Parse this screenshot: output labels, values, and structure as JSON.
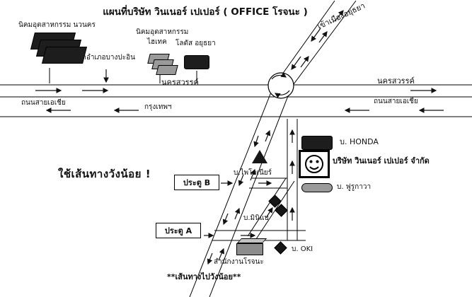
{
  "title": "แผนที่บริษัท วินเนอร์ เปเปอร์ ( OFFICE โรจนะ )",
  "roads": {
    "to_ayutthaya_city": "เข้าเมืองอยุธยา",
    "to_bang_pa_in": "เข้าอำเภอบางปะอิน",
    "nakhon_sawan_left": "นครสวรรค์",
    "nakhon_sawan_right": "นครสวรรค์",
    "asia_left": "ถนนสายเอเชีย",
    "asia_right": "ถนนสายเอเชีย",
    "bangkok": "กรุงเทพฯ"
  },
  "places": {
    "navanakorn": "นิคมอุตสาหกรรม นวนคร",
    "hitech_line1": "นิคมอุตสาหกรรม",
    "hitech_line2": "ไฮเทค",
    "lotus": "โลตัส อยุธยา",
    "honda": "บ. HONDA",
    "winner_paper": "บริษัท วินเนอร์ เปเปอร์ จำกัด",
    "furukawa": "บ. ฟูรูกาวา",
    "pioneer": "บ.ไพโอเนียร์",
    "minebea": "บ.มินิแบ",
    "oki": "บ. OKI",
    "rojana_office": "สำนักงานโรจนะ"
  },
  "gates": {
    "gate_a": "ประตู A",
    "gate_b": "ประตู B"
  },
  "notes": {
    "use_wang_noi": "ใช้เส้นทางวังน้อย !",
    "route_to_wang_noi": "**เส้นทางไปวังน้อย**"
  },
  "colors": {
    "ink": "#111111",
    "building_dark": "#1d1d1d",
    "building_gray": "#9a9a9a",
    "bg": "#ffffff"
  }
}
